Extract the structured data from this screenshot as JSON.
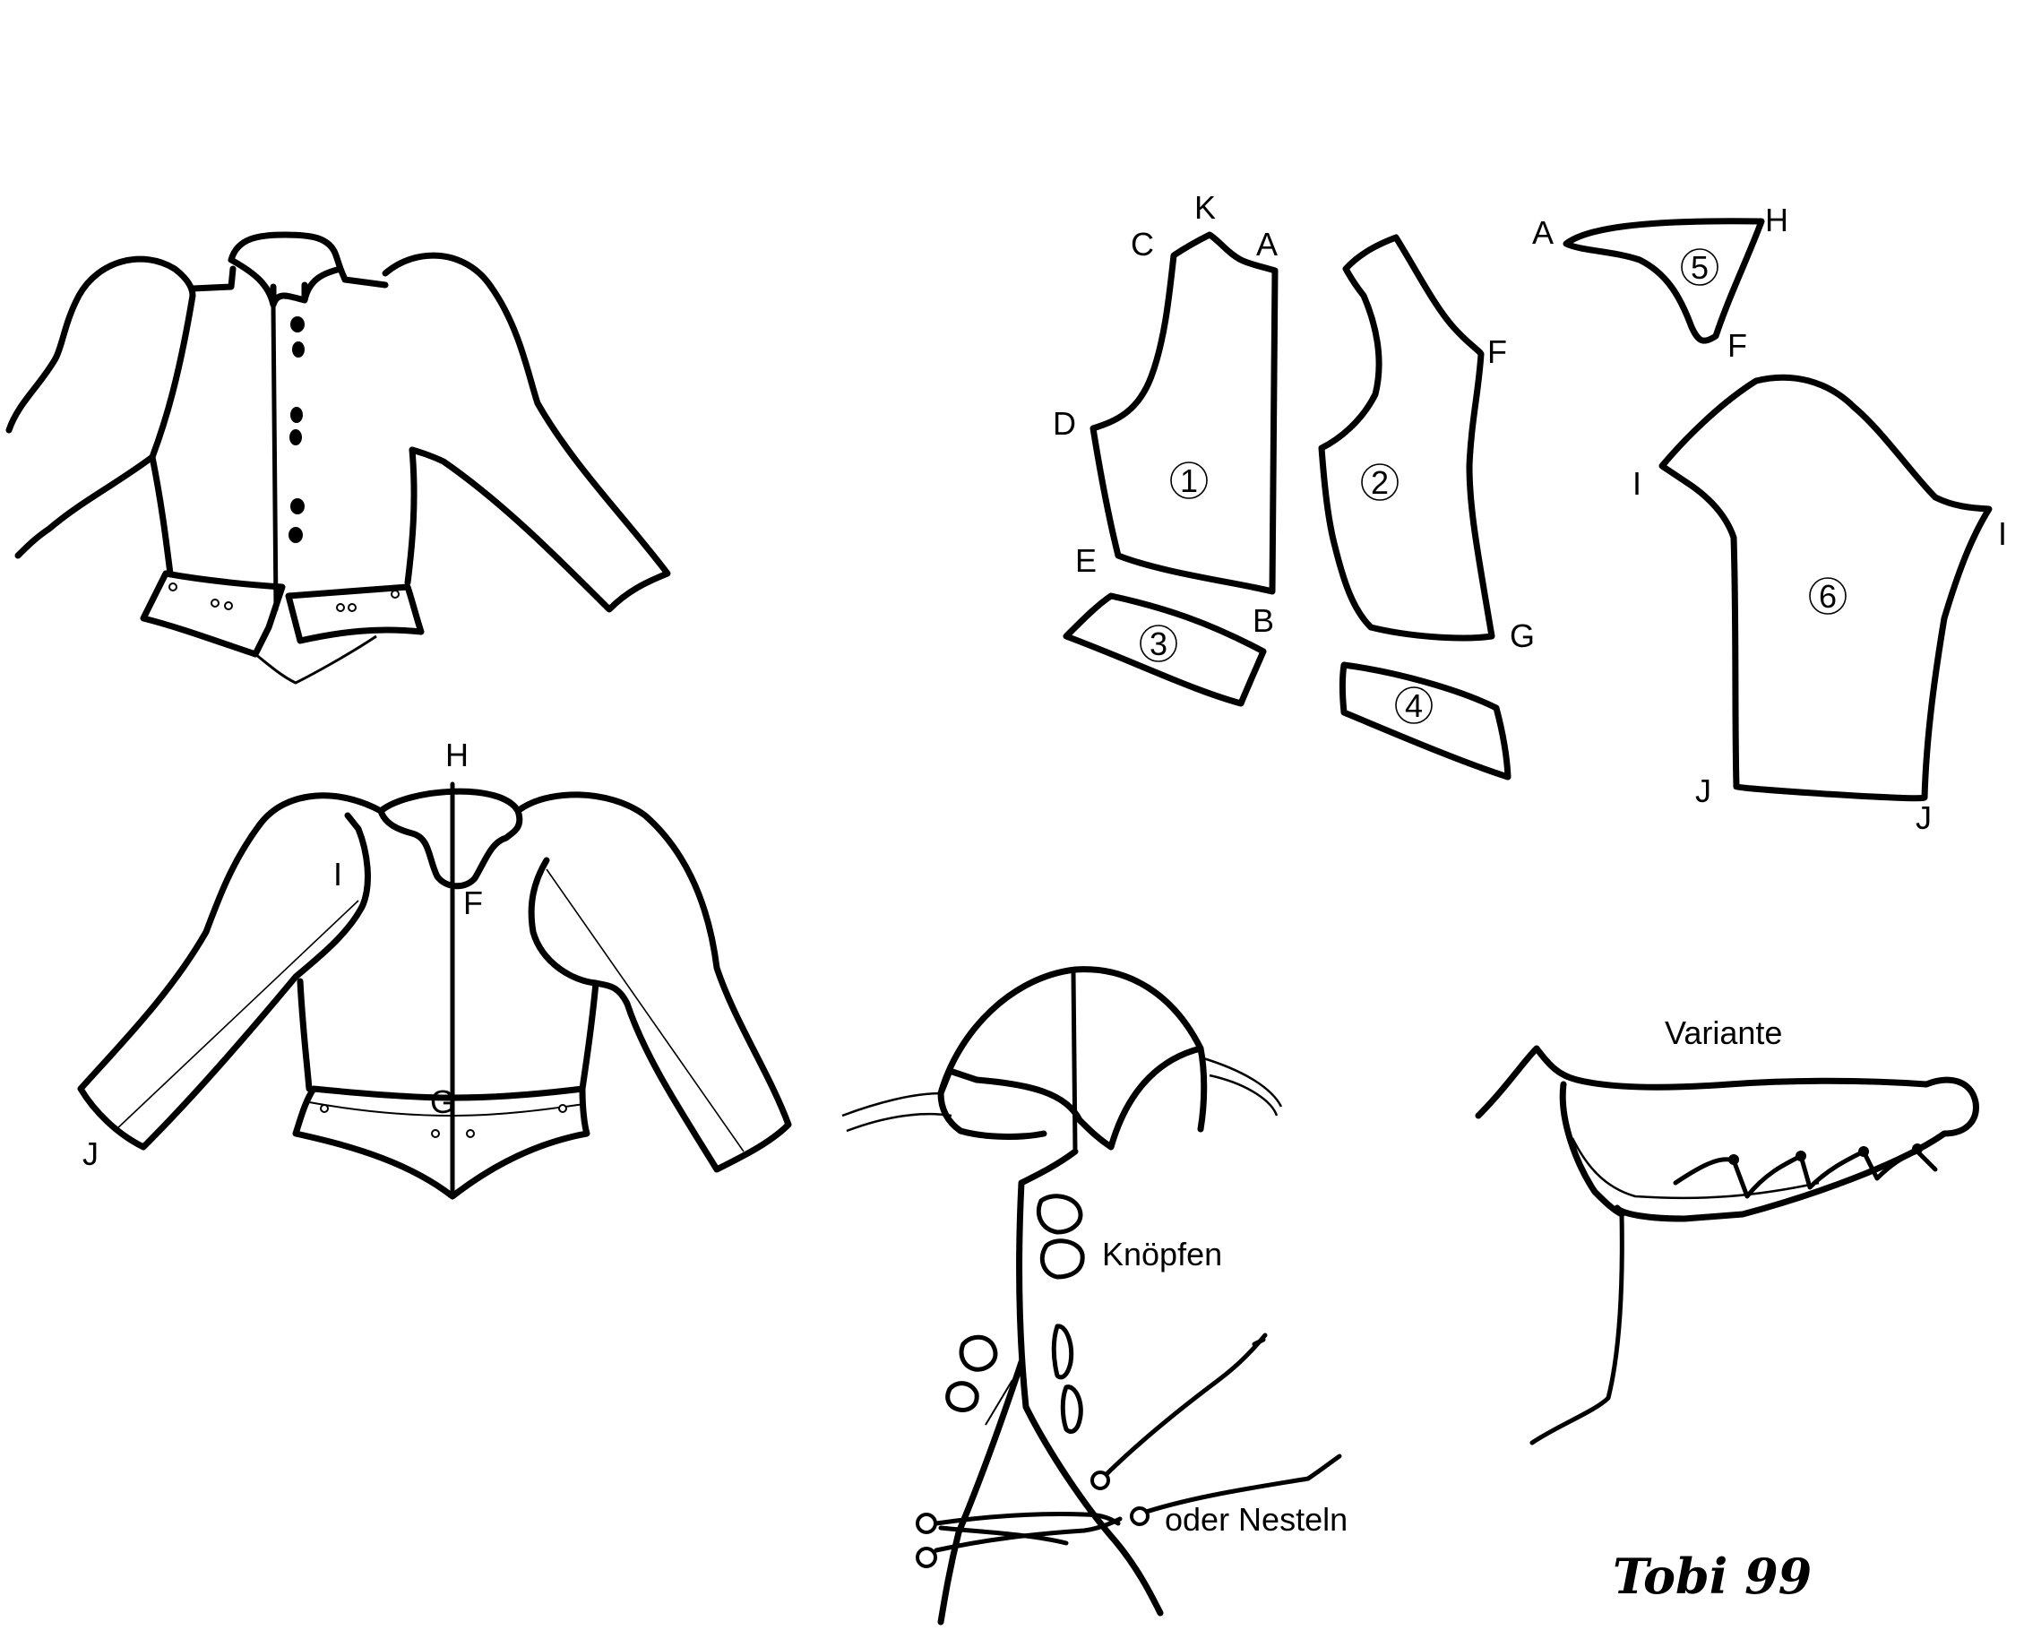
{
  "labels": {
    "front": {
      "c": "C",
      "k": "K",
      "a": "A",
      "d": "D",
      "e": "E",
      "b": "B"
    },
    "back": {
      "f": "F",
      "g": "G"
    },
    "collar": {
      "a": "A",
      "h": "H",
      "f": "F"
    },
    "sleeve": {
      "i1": "I",
      "i2": "I",
      "j1": "J",
      "j2": "J"
    },
    "back_view": {
      "h": "H",
      "i": "I",
      "f": "F",
      "g": "G",
      "j": "J"
    }
  },
  "piece_numbers": [
    "1",
    "2",
    "3",
    "4",
    "5",
    "6"
  ],
  "captions": {
    "buttons": "Knöpfen",
    "points": "oder Nesteln",
    "variant": "Variante"
  },
  "signature": "Tobi 99"
}
